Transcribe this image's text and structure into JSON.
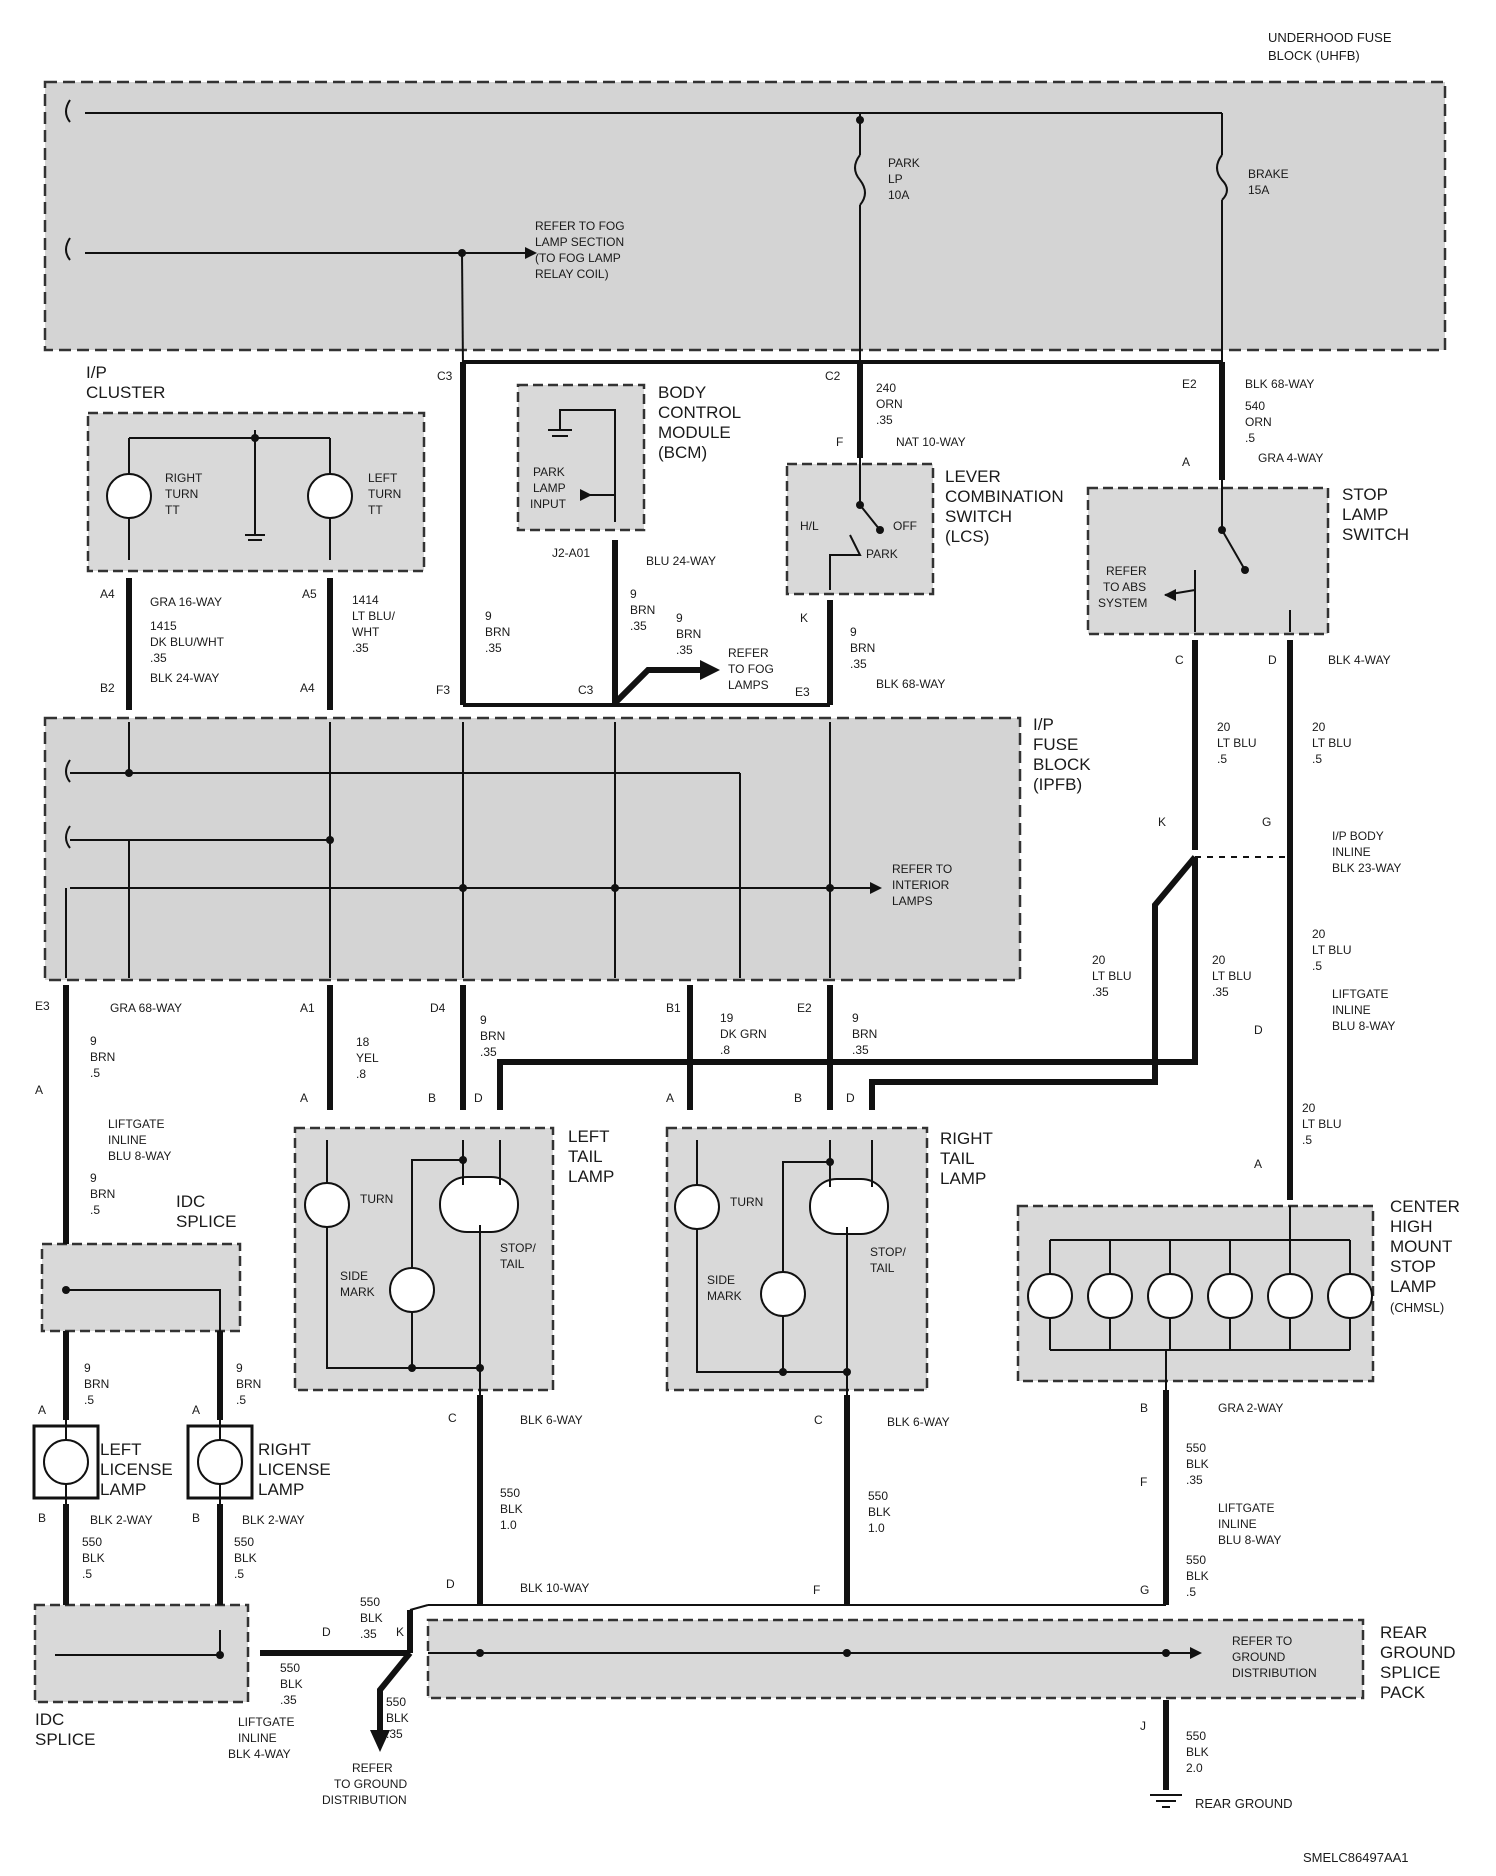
{
  "diagram_id": "SMELC86497AA1",
  "uhfb": {
    "title1": "UNDERHOOD FUSE",
    "title2": "BLOCK (UHFB)"
  },
  "fuse_park": {
    "l1": "PARK",
    "l2": "LP",
    "l3": "10A"
  },
  "fuse_brake": {
    "l1": "BRAKE",
    "l2": "15A"
  },
  "fog_ref": {
    "l1": "REFER TO FOG",
    "l2": "LAMP SECTION",
    "l3": "(TO FOG LAMP",
    "l4": "RELAY COIL)"
  },
  "ip_cluster": {
    "l1": "I/P",
    "l2": "CLUSTER",
    "right": [
      "RIGHT",
      "TURN",
      "TT"
    ],
    "left": [
      "LEFT",
      "TURN",
      "TT"
    ]
  },
  "bcm": {
    "l1": "BODY",
    "l2": "CONTROL",
    "l3": "MODULE",
    "l4": "(BCM)",
    "input": [
      "PARK",
      "LAMP",
      "INPUT"
    ]
  },
  "lcs": {
    "l1": "LEVER",
    "l2": "COMBINATION",
    "l3": "SWITCH",
    "l4": "(LCS)",
    "hl": "H/L",
    "off": "OFF",
    "park": "PARK"
  },
  "stop_switch": {
    "l1": "STOP",
    "l2": "LAMP",
    "l3": "SWITCH",
    "abs": [
      "REFER",
      "TO ABS",
      "SYSTEM"
    ]
  },
  "ipfb": {
    "l1": "I/P",
    "l2": "FUSE",
    "l3": "BLOCK",
    "l4": "(IPFB)",
    "interior": [
      "REFER TO",
      "INTERIOR",
      "LAMPS"
    ]
  },
  "fog_lamps_ref": [
    "REFER",
    "TO FOG",
    "LAMPS"
  ],
  "left_tail": {
    "l1": "LEFT",
    "l2": "TAIL",
    "l3": "LAMP",
    "turn": "TURN",
    "side": [
      "SIDE",
      "MARK"
    ],
    "stop": [
      "STOP/",
      "TAIL"
    ]
  },
  "right_tail": {
    "l1": "RIGHT",
    "l2": "TAIL",
    "l3": "LAMP",
    "turn": "TURN",
    "side": [
      "SIDE",
      "MARK"
    ],
    "stop": [
      "STOP/",
      "TAIL"
    ]
  },
  "chmsl": {
    "l1": "CENTER",
    "l2": "HIGH",
    "l3": "MOUNT",
    "l4": "STOP",
    "l5": "LAMP",
    "l6": "(CHMSL)"
  },
  "idc_splice_top": {
    "l1": "IDC",
    "l2": "SPLICE"
  },
  "idc_splice_bottom": {
    "l1": "IDC",
    "l2": "SPLICE"
  },
  "left_license": {
    "l1": "LEFT",
    "l2": "LICENSE",
    "l3": "LAMP"
  },
  "right_license": {
    "l1": "RIGHT",
    "l2": "LICENSE",
    "l3": "LAMP"
  },
  "rear_splice": {
    "l1": "REAR",
    "l2": "GROUND",
    "l3": "SPLICE",
    "l4": "PACK",
    "ref": [
      "REFER TO",
      "GROUND",
      "DISTRIBUTION"
    ]
  },
  "rear_ground": "REAR GROUND",
  "ground_ref": [
    "REFER",
    "TO GROUND",
    "DISTRIBUTION"
  ],
  "connectors": {
    "c3_top": "C3",
    "c2_top": "C2",
    "e2_top": "E2",
    "blk68_top": "BLK 68-WAY",
    "w240": [
      "240",
      "ORN",
      ".35"
    ],
    "w540": [
      "540",
      "ORN",
      ".5"
    ],
    "f_nat": "F",
    "nat10": "NAT 10-WAY",
    "a_gra4": "A",
    "gra4": "GRA 4-WAY",
    "a4": "A4",
    "a5": "A5",
    "gra16": "GRA 16-WAY",
    "w1415": [
      "1415",
      "DK BLU/WHT",
      ".35"
    ],
    "w1414": [
      "1414",
      "LT BLU/",
      "WHT",
      ".35"
    ],
    "b2": "B2",
    "blk24": "BLK 24-WAY",
    "a4b": "A4",
    "j2": "J2-A01",
    "blu24": "BLU 24-WAY",
    "w9_f3": [
      "9",
      "BRN",
      ".35"
    ],
    "w9_bcm": [
      "9",
      "BRN",
      ".35"
    ],
    "w9_fog": [
      "9",
      "BRN",
      ".35"
    ],
    "w9_lcs": [
      "9",
      "BRN",
      ".35"
    ],
    "f3": "F3",
    "c3": "C3",
    "e3": "E3",
    "k_lcs": "K",
    "blk68_mid": "BLK 68-WAY",
    "c_ss": "C",
    "d_ss": "D",
    "blk4": "BLK 4-WAY",
    "w20_c": [
      "20",
      "LT BLU",
      ".5"
    ],
    "w20_d": [
      "20",
      "LT BLU",
      ".5"
    ],
    "k_in": "K",
    "g_in": "G",
    "ipbody": [
      "I/P BODY",
      "INLINE",
      "BLK 23-WAY"
    ],
    "w20_l": [
      "20",
      "LT BLU",
      ".35"
    ],
    "w20_m": [
      "20",
      "LT BLU",
      ".35"
    ],
    "w20_r": [
      "20",
      "LT BLU",
      ".5"
    ],
    "liftgate_r": [
      "LIFTGATE",
      "INLINE",
      "BLU 8-WAY"
    ],
    "d_lift": "D",
    "w20_low": [
      "20",
      "LT BLU",
      ".5"
    ],
    "a_chm": "A",
    "e3_low": "E3",
    "gra68": "GRA 68-WAY",
    "a1": "A1",
    "d4": "D4",
    "b1": "B1",
    "e2_low": "E2",
    "w9_e3": [
      "9",
      "BRN",
      ".5"
    ],
    "w18": [
      "18",
      "YEL",
      ".8"
    ],
    "w9_d4": [
      "9",
      "BRN",
      ".35"
    ],
    "w19": [
      "19",
      "DK GRN",
      ".8"
    ],
    "w9_e2": [
      "9",
      "BRN",
      ".35"
    ],
    "a_lift": "A",
    "liftgate_l": [
      "LIFTGATE",
      "INLINE",
      "BLU 8-WAY"
    ],
    "w9_lift": [
      "9",
      "BRN",
      ".5"
    ],
    "lt_a": "A",
    "lt_b": "B",
    "lt_d": "D",
    "rt_a": "A",
    "rt_b": "B",
    "rt_d": "D",
    "w9_ll": [
      "9",
      "BRN",
      ".5"
    ],
    "w9_rl": [
      "9",
      "BRN",
      ".5"
    ],
    "a_ll": "A",
    "a_rl": "A",
    "b_ll": "B",
    "b_rl": "B",
    "blk2_l": "BLK 2-WAY",
    "blk2_r": "BLK 2-WAY",
    "w550_ll": [
      "550",
      "BLK",
      ".5"
    ],
    "w550_rl": [
      "550",
      "BLK",
      ".5"
    ],
    "c_lt": "C",
    "blk6_l": "BLK 6-WAY",
    "c_rt": "C",
    "blk6_r": "BLK 6-WAY",
    "w550_lt": [
      "550",
      "BLK",
      "1.0"
    ],
    "w550_rt": [
      "550",
      "BLK",
      "1.0"
    ],
    "b_chm": "B",
    "gra2": "GRA 2-WAY",
    "w550_chm": [
      "550",
      "BLK",
      ".35"
    ],
    "f_chm": "F",
    "liftgate_c": [
      "LIFTGATE",
      "INLINE",
      "BLU 8-WAY"
    ],
    "g_chm": "G",
    "w550_g": [
      "550",
      "BLK",
      ".5"
    ],
    "d_blk10": "D",
    "blk10": "BLK 10-WAY",
    "f_rsp": "F",
    "w550_k": [
      "550",
      "BLK",
      ".35"
    ],
    "k_rsp": "K",
    "d_k": "D",
    "w550_left": [
      "550",
      "BLK",
      ".35"
    ],
    "w550_down": [
      "550",
      "BLK",
      ".35"
    ],
    "liftgate_b": [
      "LIFTGATE",
      "INLINE",
      "BLK 4-WAY"
    ],
    "j_rg": "J",
    "w550_rg": [
      "550",
      "BLK",
      "2.0"
    ]
  }
}
